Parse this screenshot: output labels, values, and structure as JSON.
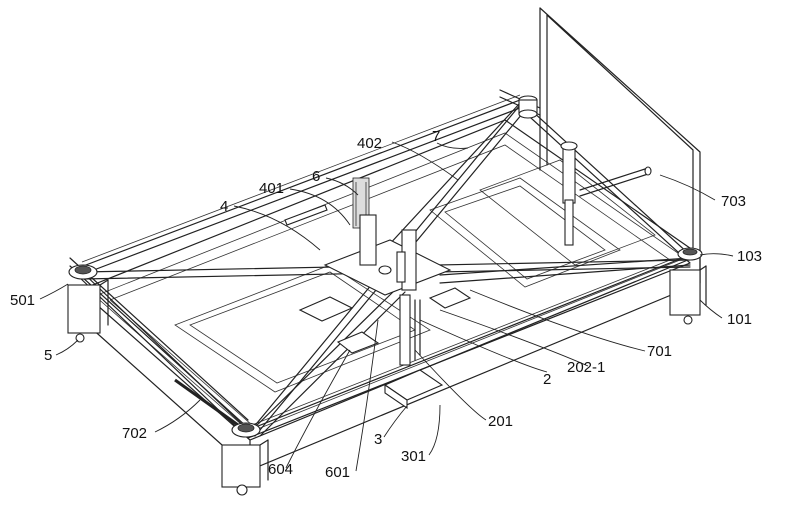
{
  "labels": [
    {
      "id": "l7",
      "text": "7"
    },
    {
      "id": "l402",
      "text": "402"
    },
    {
      "id": "l6",
      "text": "6"
    },
    {
      "id": "l401",
      "text": "401"
    },
    {
      "id": "l4",
      "text": "4"
    },
    {
      "id": "l703",
      "text": "703"
    },
    {
      "id": "l103",
      "text": "103"
    },
    {
      "id": "l101",
      "text": "101"
    },
    {
      "id": "l501",
      "text": "501"
    },
    {
      "id": "l5",
      "text": "5"
    },
    {
      "id": "l701",
      "text": "701"
    },
    {
      "id": "l2021",
      "text": "202-1"
    },
    {
      "id": "l2",
      "text": "2"
    },
    {
      "id": "l201",
      "text": "201"
    },
    {
      "id": "l3",
      "text": "3"
    },
    {
      "id": "l301",
      "text": "301"
    },
    {
      "id": "l702",
      "text": "702"
    },
    {
      "id": "l604",
      "text": "604"
    },
    {
      "id": "l601",
      "text": "601"
    }
  ]
}
